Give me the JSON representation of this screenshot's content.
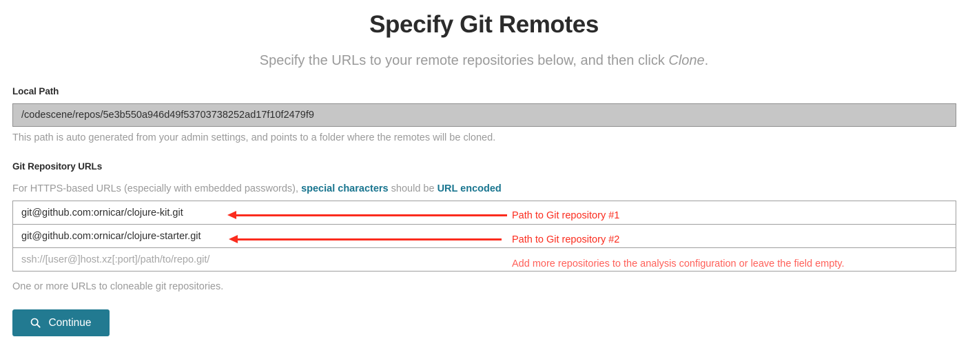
{
  "header": {
    "title": "Specify Git Remotes",
    "subtitle_before": "Specify the URLs to your remote repositories below, and then click ",
    "subtitle_emphasis": "Clone",
    "subtitle_after": "."
  },
  "local_path": {
    "label": "Local Path",
    "value": "/codescene/repos/5e3b550a946d49f53703738252ad17f10f2479f9",
    "helper": "This path is auto generated from your admin settings, and points to a folder where the remotes will be cloned."
  },
  "git_urls": {
    "label": "Git Repository URLs",
    "hint_before": "For HTTPS-based URLs (especially with embedded passwords), ",
    "hint_link_1": "special characters",
    "hint_middle": " should be ",
    "hint_link_2": "URL encoded",
    "rows": [
      {
        "value": "git@github.com:ornicar/clojure-kit.git",
        "placeholder": "ssh://[user@]host.xz[:port]/path/to/repo.git/"
      },
      {
        "value": "git@github.com:ornicar/clojure-starter.git",
        "placeholder": "ssh://[user@]host.xz[:port]/path/to/repo.git/"
      },
      {
        "value": "",
        "placeholder": "ssh://[user@]host.xz[:port]/path/to/repo.git/"
      }
    ],
    "helper": "One or more URLs to cloneable git repositories."
  },
  "annotations": [
    {
      "text": "Path to Git repository #1",
      "color": "#fb2c1e"
    },
    {
      "text": "Path to Git repository #2",
      "color": "#fb2c1e"
    },
    {
      "text": "Add more repositories to the analysis configuration or leave the field empty.",
      "color": "#ff6059"
    }
  ],
  "footer": {
    "continue_label": "Continue",
    "continue_icon": "search-icon",
    "accent_color": "#227a91",
    "link_color": "#19758f"
  }
}
